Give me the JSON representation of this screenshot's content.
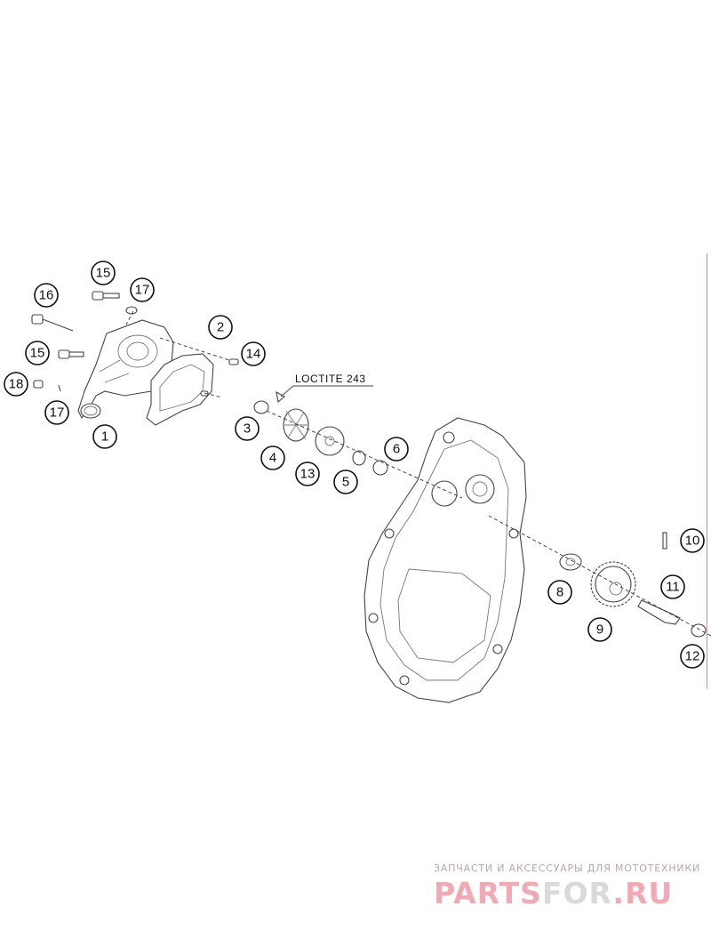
{
  "note": {
    "text": "LOCTITE 243"
  },
  "callouts": [
    "1",
    "2",
    "3",
    "4",
    "5",
    "6",
    "8",
    "9",
    "10",
    "11",
    "12",
    "13",
    "14",
    "15",
    "15",
    "16",
    "17",
    "17",
    "18"
  ],
  "watermark": {
    "line1": "ЗАПЧАСТИ И АКСЕССУАРЫ ДЛЯ МОТОТЕХНИКИ",
    "brand_a": "PARTS",
    "brand_b": "FOR",
    "brand_c": ".RU"
  },
  "colors": {
    "line": "#444444",
    "watermark": "#f1a9b3",
    "edge": "#ee8888"
  }
}
